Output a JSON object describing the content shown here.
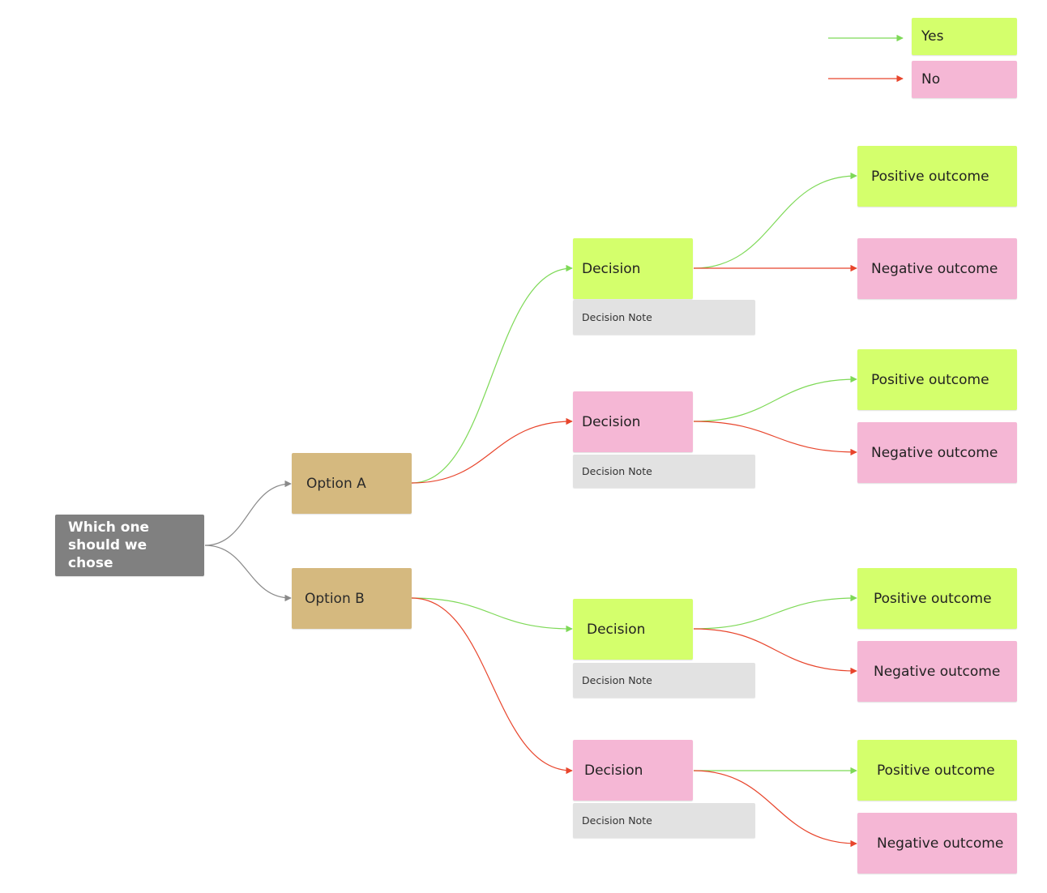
{
  "colors": {
    "yes": "#7ed957",
    "no": "#e8452c",
    "neutral": "#8a8a8a"
  },
  "legend": {
    "yes_label": "Yes",
    "no_label": "No"
  },
  "root": {
    "label": "Which one should we chose"
  },
  "options": [
    {
      "label": "Option A"
    },
    {
      "label": "Option B"
    }
  ],
  "decisions": [
    {
      "label": "Decision",
      "note": "Decision Note",
      "positive": "Positive outcome",
      "negative": "Negative outcome"
    },
    {
      "label": "Decision",
      "note": "Decision Note",
      "positive": "Positive outcome",
      "negative": "Negative outcome"
    },
    {
      "label": "Decision",
      "note": "Decision Note",
      "positive": "Positive outcome",
      "negative": "Negative outcome"
    },
    {
      "label": "Decision",
      "note": "Decision Note",
      "positive": "Positive outcome",
      "negative": "Negative outcome"
    }
  ]
}
